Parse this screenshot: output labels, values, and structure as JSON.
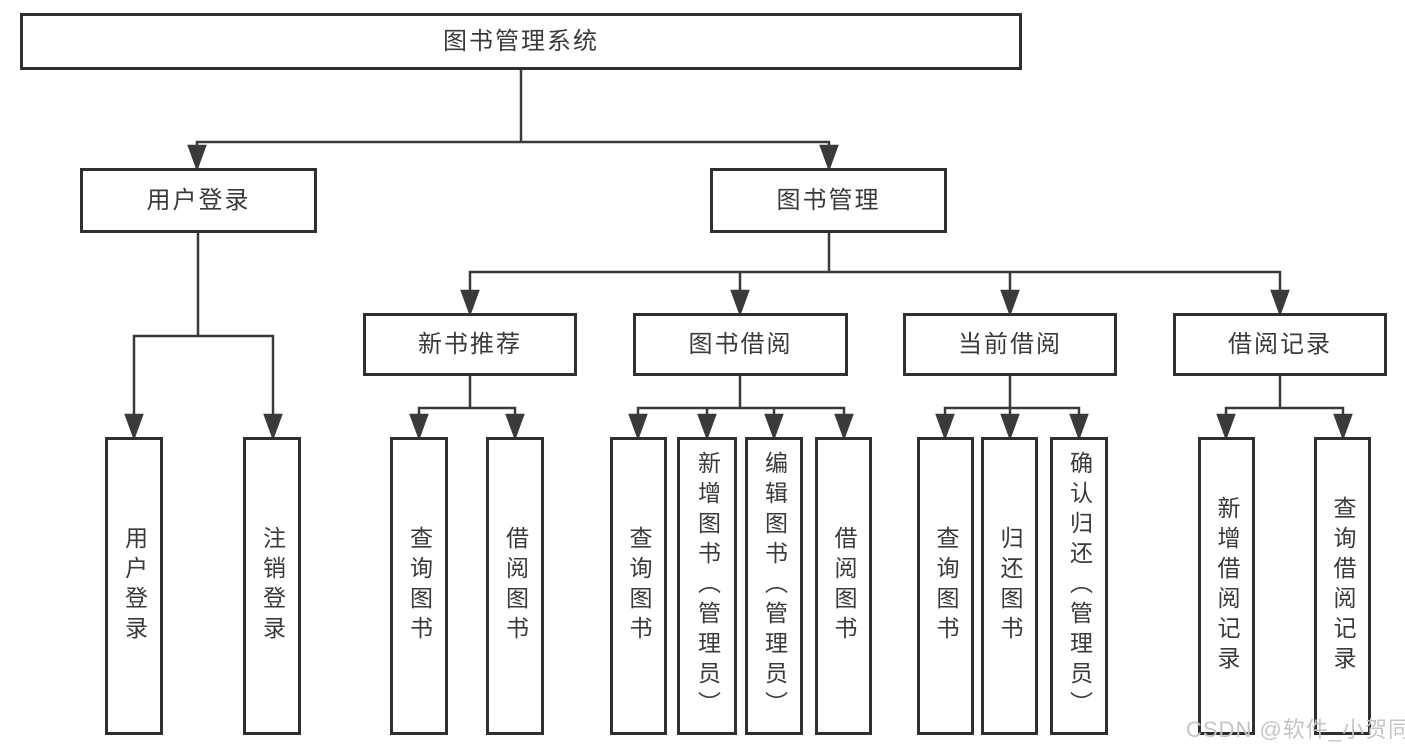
{
  "diagram": {
    "type": "hierarchy-tree",
    "nodes": {
      "root": "图书管理系统",
      "login": "用户登录",
      "management": "图书管理",
      "new_book_rec": "新书推荐",
      "book_borrow": "图书借阅",
      "current_borrow": "当前借阅",
      "borrow_record": "借阅记录",
      "login_user": "用户登录",
      "login_logout": "注销登录",
      "rec_query": "查询图书",
      "rec_borrow": "借阅图书",
      "bb_query": "查询图书",
      "bb_add": "新增图书（管理员）",
      "bb_edit": "编辑图书（管理员）",
      "bb_borrow": "借阅图书",
      "cb_query": "查询图书",
      "cb_return": "归还图书",
      "cb_confirm": "确认归还（管理员）",
      "br_add": "新增借阅记录",
      "br_query": "查询借阅记录"
    },
    "edges": [
      [
        "root",
        "login"
      ],
      [
        "root",
        "management"
      ],
      [
        "login",
        "login_user"
      ],
      [
        "login",
        "login_logout"
      ],
      [
        "management",
        "new_book_rec"
      ],
      [
        "management",
        "book_borrow"
      ],
      [
        "management",
        "current_borrow"
      ],
      [
        "management",
        "borrow_record"
      ],
      [
        "new_book_rec",
        "rec_query"
      ],
      [
        "new_book_rec",
        "rec_borrow"
      ],
      [
        "book_borrow",
        "bb_query"
      ],
      [
        "book_borrow",
        "bb_add"
      ],
      [
        "book_borrow",
        "bb_edit"
      ],
      [
        "book_borrow",
        "bb_borrow"
      ],
      [
        "current_borrow",
        "cb_query"
      ],
      [
        "current_borrow",
        "cb_return"
      ],
      [
        "current_borrow",
        "cb_confirm"
      ],
      [
        "borrow_record",
        "br_add"
      ],
      [
        "borrow_record",
        "br_query"
      ]
    ],
    "colors": {
      "box_border": "#2f2f2f",
      "line": "#3a3a3a",
      "text": "#3a3a3a",
      "background": "#ffffff",
      "watermark_text_color": "#c5c5c5"
    }
  },
  "watermark": "CSDN @软件_小贺同学"
}
